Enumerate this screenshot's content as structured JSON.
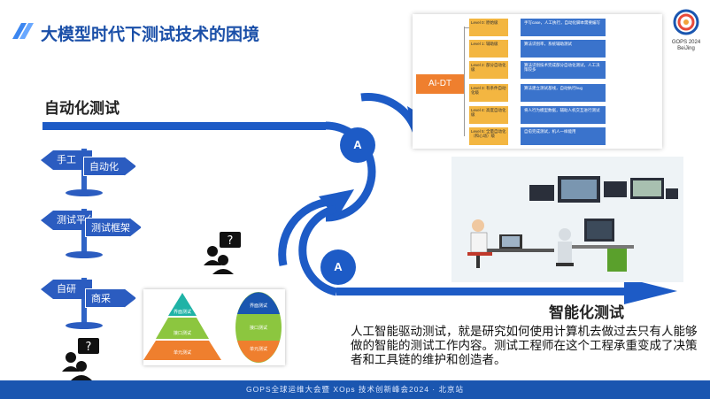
{
  "header": {
    "title": "大模型时代下测试技术的困境",
    "logo_text_1": "GOPS 2024",
    "logo_text_2": "BeiJing"
  },
  "sections": {
    "auto_heading": "自动化测试",
    "smart_heading": "智能化测试"
  },
  "circles": {
    "upper_letter": "A",
    "lower_letter": "A"
  },
  "signposts": [
    {
      "left_label": "手工",
      "right_label": "自动化"
    },
    {
      "left_label": "测试平台",
      "right_label": "测试框架"
    },
    {
      "left_label": "自研",
      "right_label": "商采"
    }
  ],
  "aidt": {
    "root": "AI-DT",
    "levels": [
      {
        "level": "Level 0: 原始级",
        "desc": "手写case，人工执行，自动化脚本需要编写"
      },
      {
        "level": "Level 1: 辅助级",
        "desc": "算法识别率，系统辅助测试"
      },
      {
        "level": "Level 2: 部分自动化级",
        "desc": "算法识别技术完成部分自动化测试，人工决策较多"
      },
      {
        "level": "Level 3: 有条件自动化级",
        "desc": "算法建立测试基线，自动执行bug"
      },
      {
        "level": "Level 4: 高度自动化级",
        "desc": "将人行为模型数据，辅助人机交互进行测试"
      },
      {
        "level": "Level 5: 全量自动化（和心动）级",
        "desc": "自愈完成测试，机人一样能用"
      }
    ]
  },
  "pyramid": {
    "layers": [
      "界面测试",
      "接口测试",
      "单元测试"
    ]
  },
  "oval": {
    "layers": [
      "界面测试",
      "接口测试",
      "单元测试"
    ]
  },
  "body_text": "人工智能驱动测试，就是研究如何使用计算机去做过去只有人能够做的智能的测试工作内容。测试工程师在这个工程承重变成了决策者和工具链的维护和创造者。",
  "footer": "GOPS全球运维大会暨 XOps 技术创新峰会2024 · 北京站",
  "colors": {
    "primary_blue": "#1a56b0",
    "accent_orange": "#ef7f2e",
    "level_yellow": "#f3b641"
  }
}
